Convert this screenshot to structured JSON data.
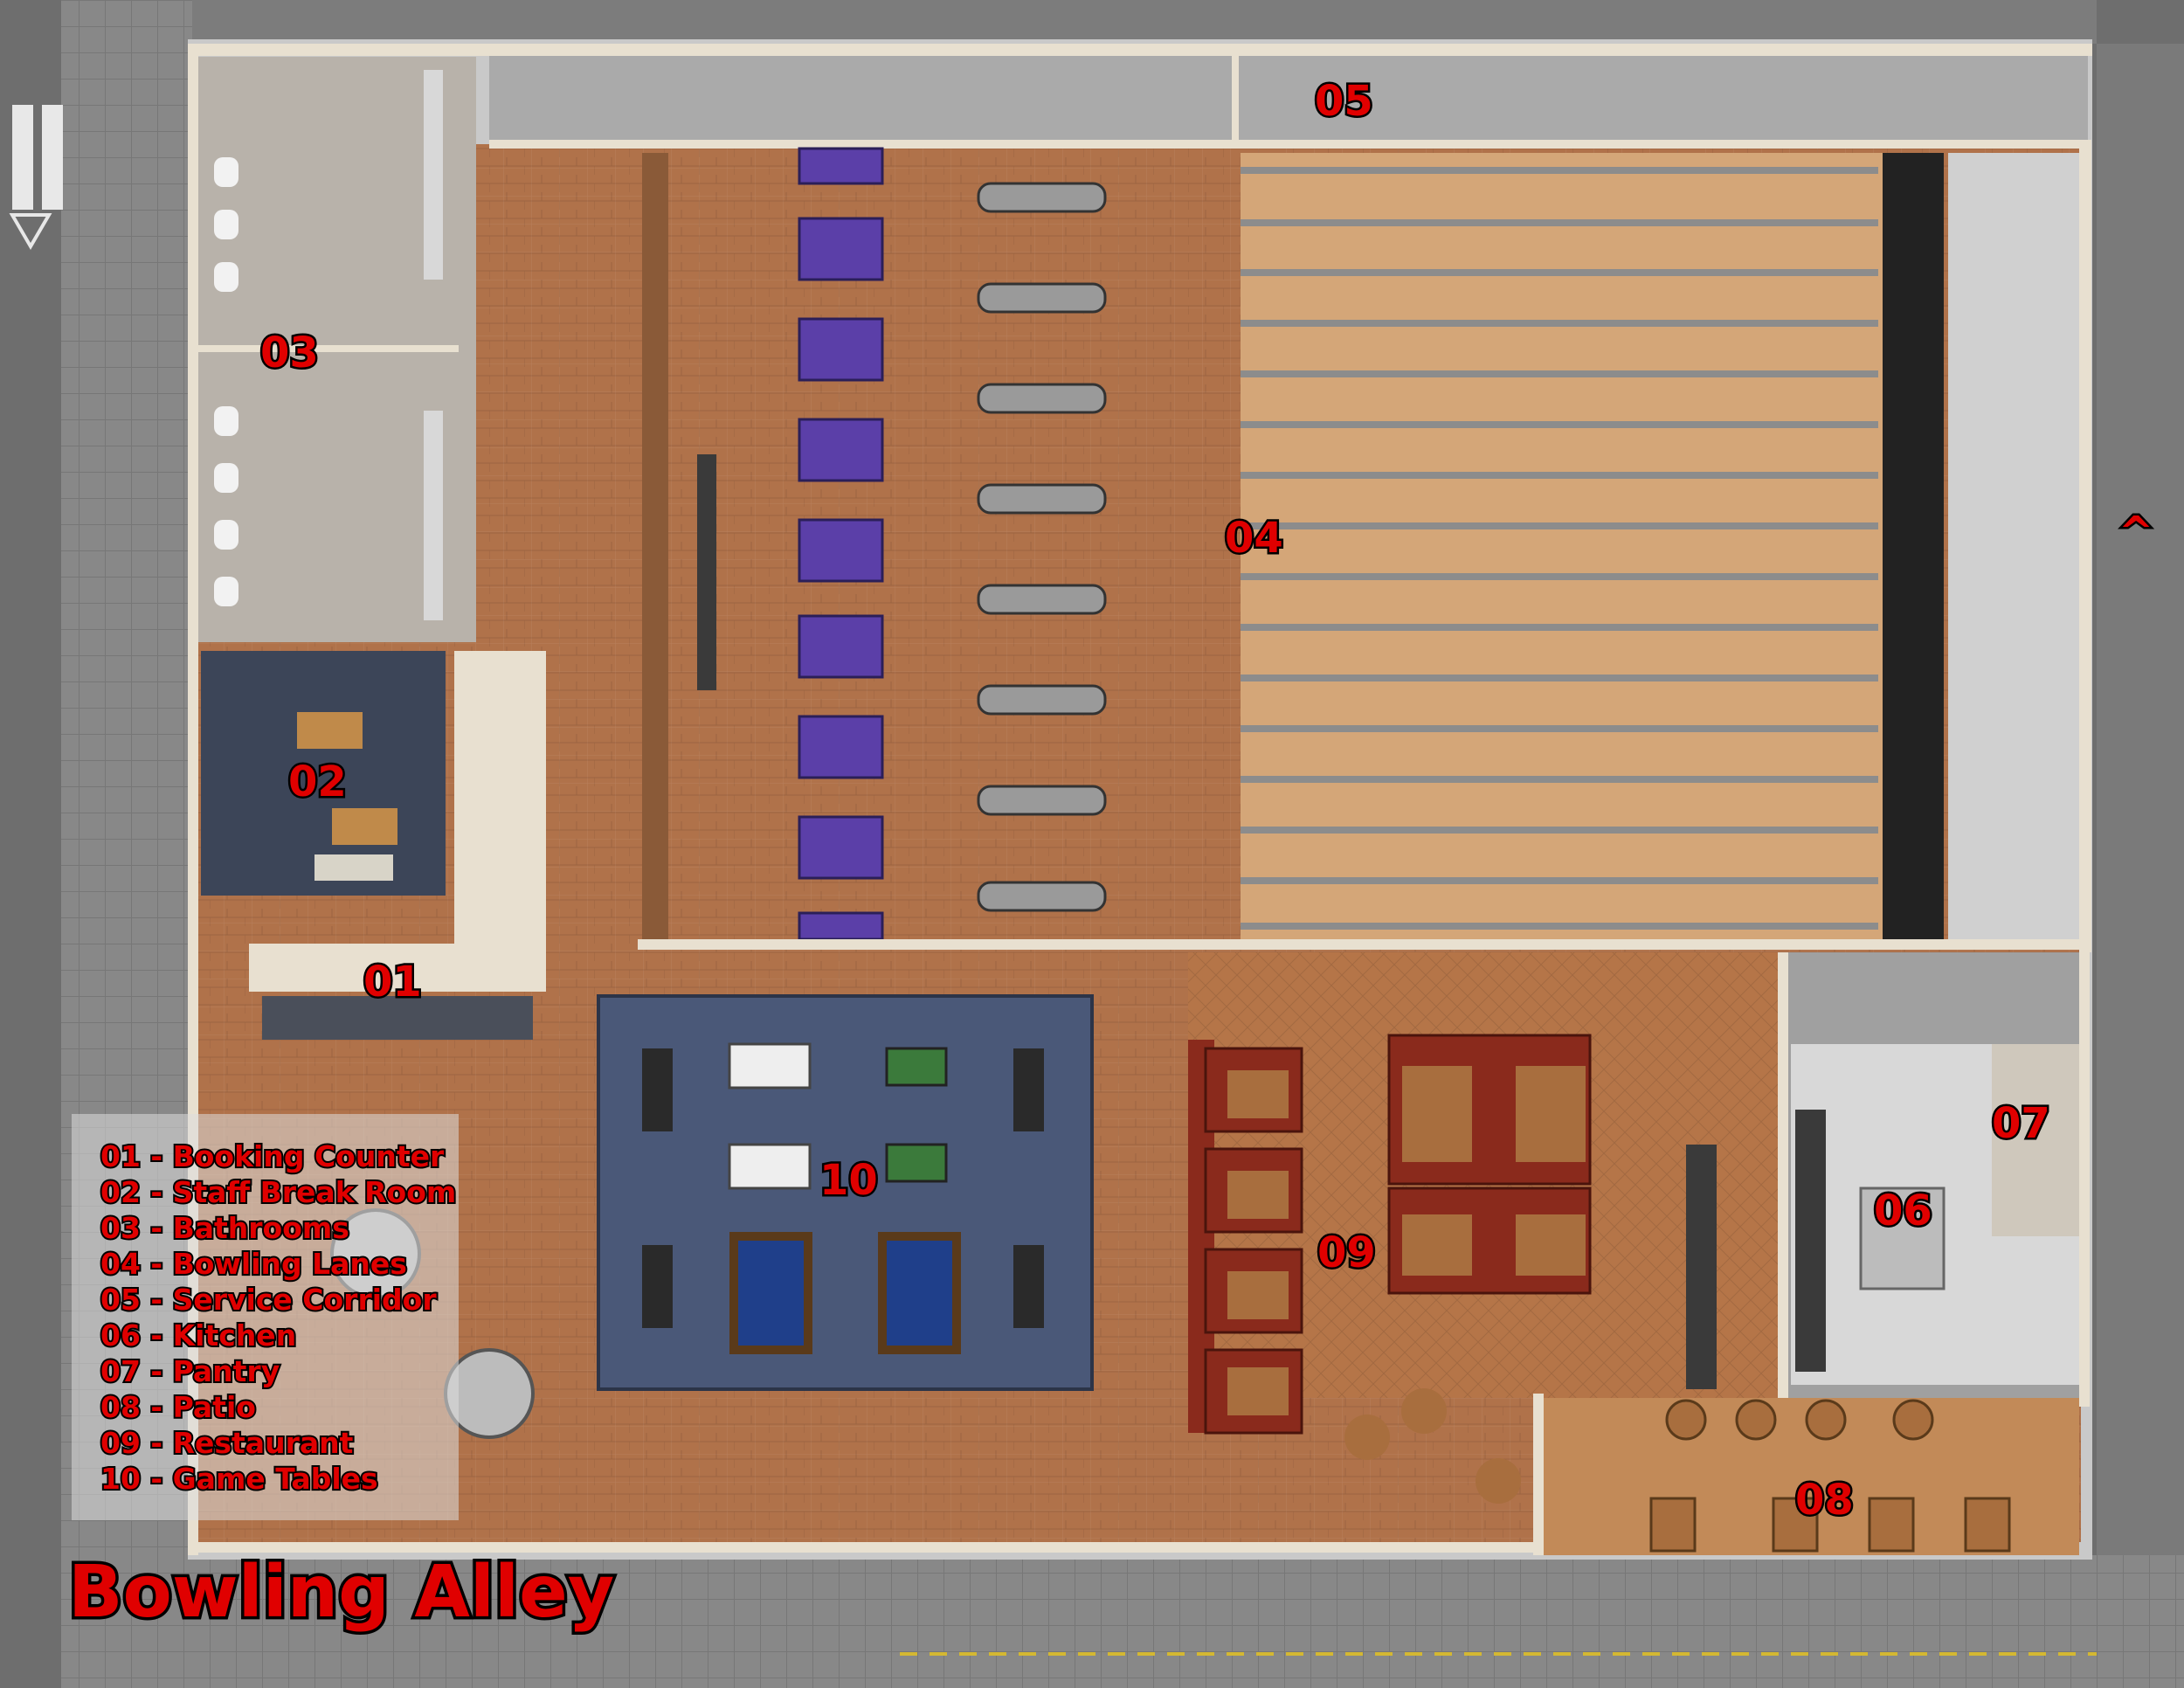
{
  "title": "Bowling Alley",
  "rooms": [
    {
      "id": "01",
      "label": "01"
    },
    {
      "id": "02",
      "label": "02"
    },
    {
      "id": "03",
      "label": "03"
    },
    {
      "id": "04",
      "label": "04"
    },
    {
      "id": "05",
      "label": "05"
    },
    {
      "id": "06",
      "label": "06"
    },
    {
      "id": "07",
      "label": "07"
    },
    {
      "id": "08",
      "label": "08"
    },
    {
      "id": "09",
      "label": "09"
    },
    {
      "id": "10",
      "label": "10"
    }
  ],
  "legend": [
    "01 - Booking Counter",
    "02 - Staff Break Room",
    "03 - Bathrooms",
    "04 - Bowling Lanes",
    "05 - Service Corridor",
    "06 - Kitchen",
    "07 - Pantry",
    "08 - Patio",
    "09 - Restaurant",
    "10 - Game Tables"
  ],
  "door_marker": "^",
  "colors": {
    "label_red": "#e00000",
    "wood_floor": "#b0724a",
    "lane_wood": "#d4a678",
    "street": "#6e6e6e",
    "sidewalk": "#8a8a8a",
    "rug": "#4a5878",
    "booth_purple": "#5b3fa8",
    "restaurant_red": "#8a2a1c"
  }
}
